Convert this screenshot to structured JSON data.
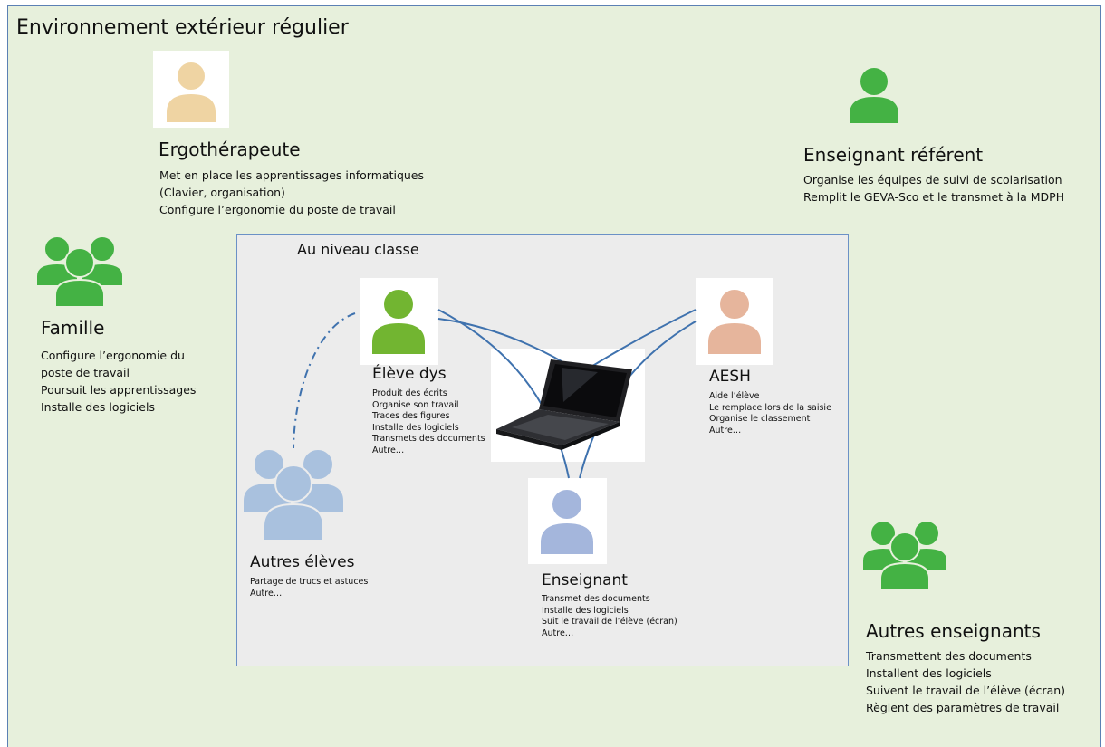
{
  "diagram": {
    "outer_title": "Environnement extérieur régulier",
    "inner_title": "Au niveau classe",
    "actors": {
      "ergotherapeute": {
        "name": "Ergothérapeute",
        "lines": [
          "Met en place les apprentissages  informatiques",
          "(Clavier, organisation)",
          "Configure l’ergonomie du poste de travail"
        ]
      },
      "enseignant_referent": {
        "name": "Enseignant référent",
        "lines": [
          "Organise les équipes de suivi de scolarisation",
          "Remplit le GEVA-Sco et le transmet à la MDPH"
        ]
      },
      "famille": {
        "name": "Famille",
        "lines": [
          "Configure l’ergonomie du",
          "poste de travail",
          "Poursuit les apprentissages",
          "Installe des logiciels"
        ]
      },
      "eleve_dys": {
        "name": "Élève dys",
        "lines": [
          "Produit des écrits",
          "Organise son travail",
          "Traces des figures",
          "Installe des logiciels",
          "Transmets des documents",
          "Autre…"
        ]
      },
      "aesh": {
        "name": "AESH",
        "lines": [
          "Aide l’élève",
          "Le remplace lors de la saisie",
          "Organise le classement",
          "Autre…"
        ]
      },
      "autres_eleves": {
        "name": "Autres élèves",
        "lines": [
          "Partage de trucs et astuces",
          "Autre…"
        ]
      },
      "enseignant": {
        "name": "Enseignant",
        "lines": [
          "Transmet des documents",
          "Installe des logiciels",
          "Suit le travail de l’élève (écran)",
          "Autre…"
        ]
      },
      "autres_enseignants": {
        "name": "Autres enseignants",
        "lines": [
          "Transmettent des documents",
          "Installent des logiciels",
          "Suivent le travail de l’élève (écran)",
          "Règlent des paramètres de travail"
        ]
      }
    },
    "icons": {
      "ergotherapeute": "person-icon",
      "enseignant_referent": "person-icon",
      "famille": "group-icon",
      "eleve_dys": "person-icon",
      "aesh": "person-icon",
      "autres_eleves": "group-icon",
      "enseignant": "person-icon",
      "autres_enseignants": "group-icon",
      "center": "laptop-icon"
    },
    "colors": {
      "outer_background": "#e7f0dc",
      "inner_background": "#ececec",
      "frame_border": "#5b80b4",
      "green_person": "#44b244",
      "eleve_dys": "#72b531",
      "ergotherapeute": "#efd4a3",
      "aesh": "#e6b59c",
      "enseignant": "#a4b6dc",
      "autres_eleves": "#a9c1de",
      "connector": "#3f72ae"
    }
  }
}
